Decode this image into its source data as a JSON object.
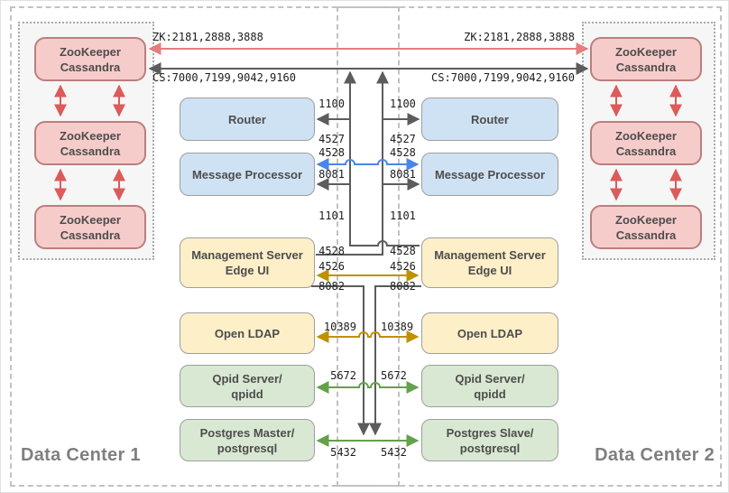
{
  "data_centers": {
    "dc1": "Data Center 1",
    "dc2": "Data Center 2"
  },
  "nodes": {
    "zookeeper": {
      "line1": "ZooKeeper",
      "line2": "Cassandra"
    },
    "router": "Router",
    "message_processor": "Message Processor",
    "management_server": {
      "line1": "Management Server",
      "line2": "Edge UI"
    },
    "open_ldap": "Open LDAP",
    "qpid": {
      "line1": "Qpid Server/",
      "line2": "qpidd"
    },
    "postgres_master": {
      "line1": "Postgres Master/",
      "line2": "postgresql"
    },
    "postgres_slave": {
      "line1": "Postgres Slave/",
      "line2": "postgresql"
    }
  },
  "ports": {
    "zookeeper_line": "ZK:2181,2888,3888",
    "cassandra_line": "CS:7000,7199,9042,9160",
    "router": [
      "1100",
      "4527",
      "8081"
    ],
    "mp_cross": "4528",
    "message_processor": [
      "1101",
      "4528",
      "8082"
    ],
    "management_server": "4526",
    "open_ldap": "10389",
    "qpid": "5672",
    "postgres": "5432"
  },
  "colors": {
    "zk_node_fill": "#f6cccb",
    "zk_node_stroke": "#bc7e7e",
    "blue_node_fill": "#cfe2f3",
    "yellow_node_fill": "#fdefc8",
    "green_node_fill": "#d9e8d2",
    "node_stroke": "#9e9e9e",
    "zk_line_red": "#e57e7e",
    "cassandra_arrow_red": "#dc5b5b",
    "gray_arrow": "#5c5c5c",
    "blue_arrow": "#4a86e8",
    "gold_arrow": "#bf9100",
    "green_arrow": "#63a24a",
    "dc_border": "#c2c2c2",
    "cluster_fill": "#f6f6f6",
    "label_gray": "#7f7f7f"
  }
}
